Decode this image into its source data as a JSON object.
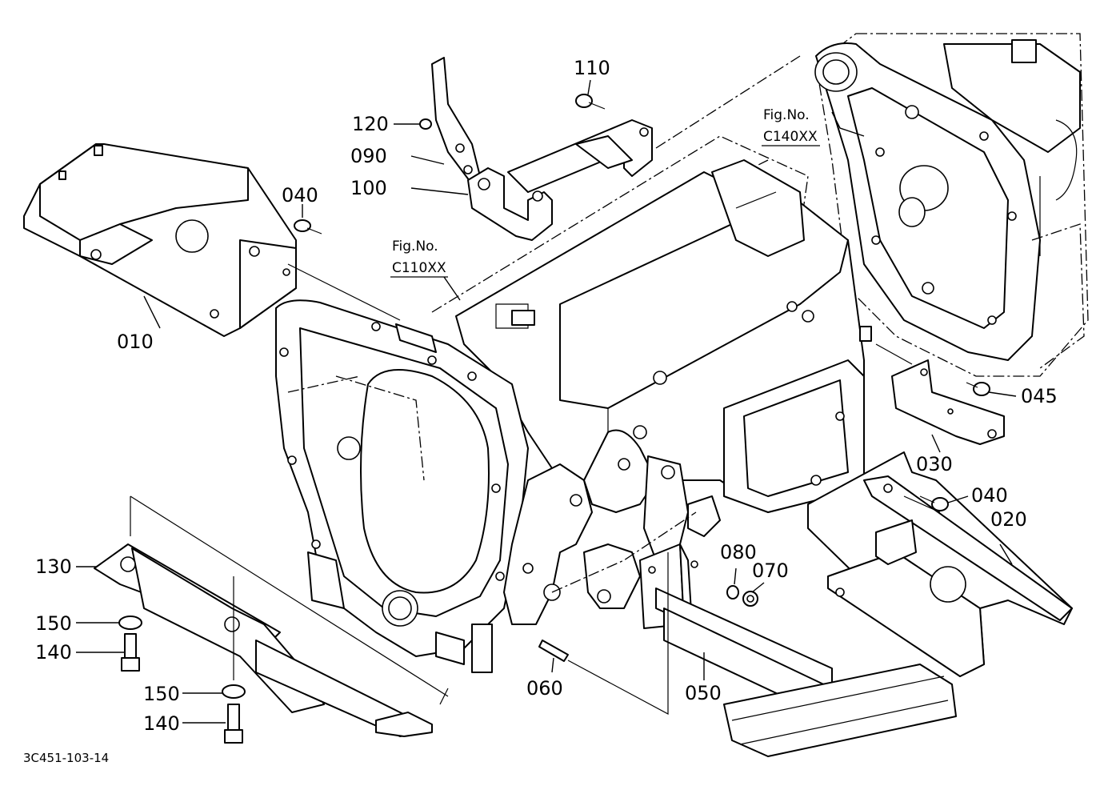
{
  "callouts": [
    {
      "id": "010",
      "text": "010"
    },
    {
      "id": "020",
      "text": "020"
    },
    {
      "id": "030",
      "text": "030"
    },
    {
      "id": "040a",
      "text": "040"
    },
    {
      "id": "040b",
      "text": "040"
    },
    {
      "id": "045",
      "text": "045"
    },
    {
      "id": "050",
      "text": "050"
    },
    {
      "id": "060",
      "text": "060"
    },
    {
      "id": "070",
      "text": "070"
    },
    {
      "id": "080",
      "text": "080"
    },
    {
      "id": "090",
      "text": "090"
    },
    {
      "id": "100",
      "text": "100"
    },
    {
      "id": "110",
      "text": "110"
    },
    {
      "id": "120",
      "text": "120"
    },
    {
      "id": "130",
      "text": "130"
    },
    {
      "id": "140a",
      "text": "140"
    },
    {
      "id": "140b",
      "text": "140"
    },
    {
      "id": "150a",
      "text": "150"
    },
    {
      "id": "150b",
      "text": "150"
    }
  ],
  "figure_refs": [
    {
      "line1": "Fig.No.",
      "line2": "C110XX"
    },
    {
      "line1": "Fig.No.",
      "line2": "C140XX"
    }
  ],
  "drawing_code": "3C451-103-14"
}
